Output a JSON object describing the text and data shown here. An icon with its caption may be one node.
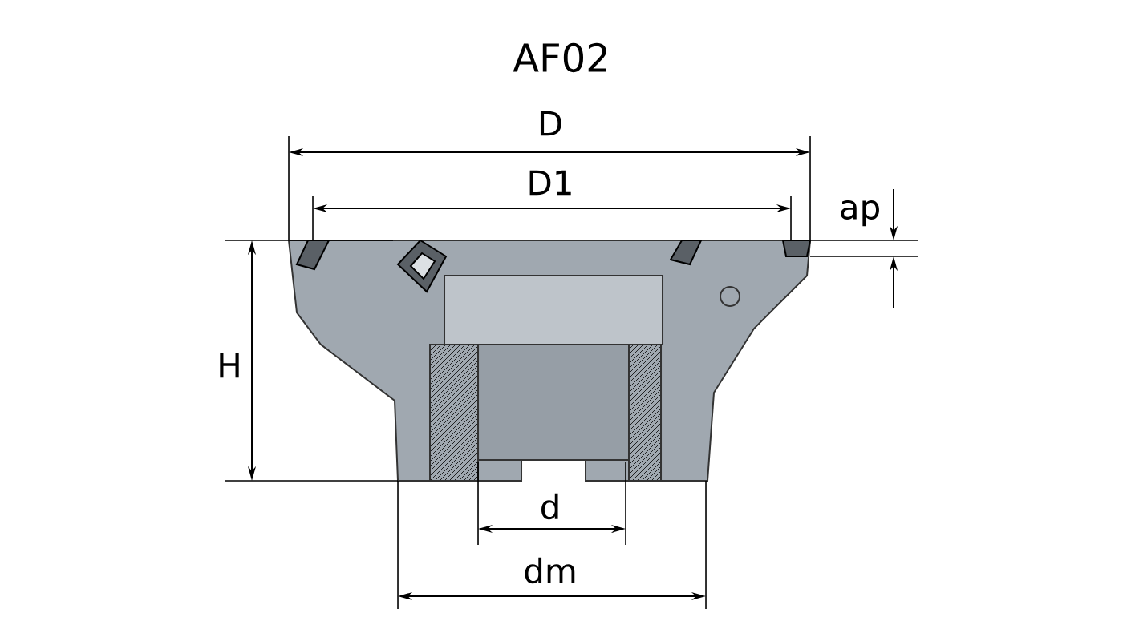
{
  "diagram": {
    "title": "AF02",
    "labels": [
      "D",
      "D1",
      "ap",
      "H",
      "d",
      "dm"
    ]
  }
}
